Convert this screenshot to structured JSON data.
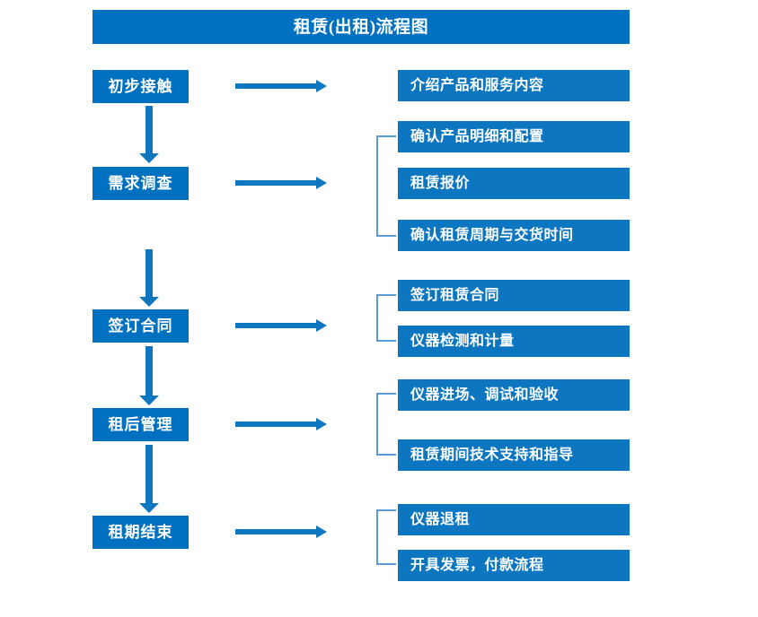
{
  "title": "租赁(出租)流程图",
  "colors": {
    "primary_blue": "#0070c0",
    "box_blue": "#0d76c1",
    "arrow_blue": "#0f76c0",
    "bracket_blue": "#5b9bd5",
    "text_white": "#ffffff",
    "background": "#ffffff"
  },
  "stages": [
    {
      "label": "初步接触"
    },
    {
      "label": "需求调查"
    },
    {
      "label": "签订合同"
    },
    {
      "label": "租后管理"
    },
    {
      "label": "租期结束"
    }
  ],
  "groups": [
    {
      "stage": "初步接触",
      "bracket": false,
      "items": [
        {
          "label": "介绍产品和服务内容"
        }
      ]
    },
    {
      "stage": "需求调查",
      "bracket": true,
      "items": [
        {
          "label": "确认产品明细和配置"
        },
        {
          "label": "租赁报价"
        },
        {
          "label": "确认租赁周期与交货时间"
        }
      ]
    },
    {
      "stage": "签订合同",
      "bracket": true,
      "items": [
        {
          "label": "签订租赁合同"
        },
        {
          "label": "仪器检测和计量"
        }
      ]
    },
    {
      "stage": "租后管理",
      "bracket": true,
      "items": [
        {
          "label": "仪器进场、调试和验收"
        },
        {
          "label": "租赁期间技术支持和指导"
        }
      ]
    },
    {
      "stage": "租期结束",
      "bracket": true,
      "items": [
        {
          "label": "仪器退租"
        },
        {
          "label": "开具发票，付款流程"
        }
      ]
    }
  ],
  "connectors": {
    "vertical_arrow_count": 4,
    "horizontal_arrow_count": 5
  }
}
